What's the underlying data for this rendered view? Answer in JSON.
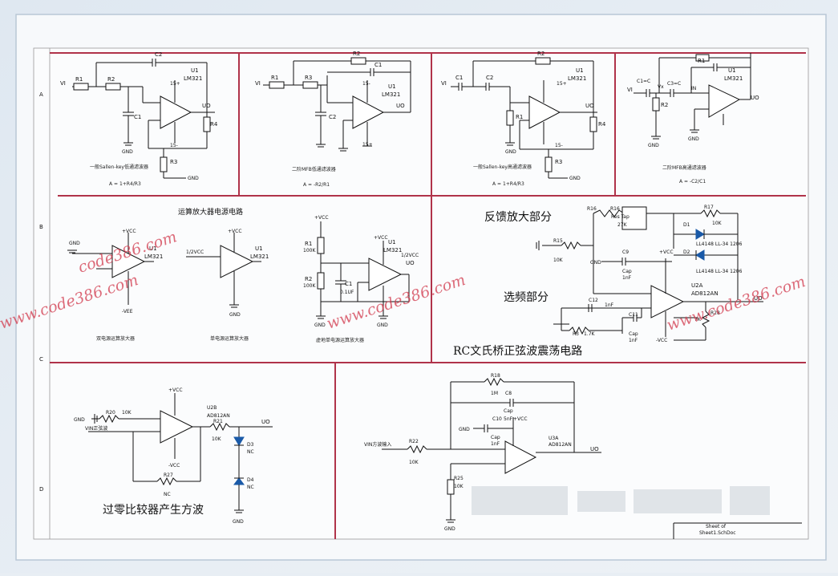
{
  "border_letters": [
    "A",
    "B",
    "C",
    "D"
  ],
  "titles": {
    "opamp_power": "运算放大器电源电路",
    "feedback": "反馈放大部分",
    "freq_select": "选频部分",
    "rc_title": "RC文氏桥正弦波震荡电路",
    "comparator": "过零比较器产生方波"
  },
  "captions": {
    "c1": "一般Sallen-key低通滤波器",
    "c2": "二阶MFB低通滤波器",
    "c3": "一般Sallen-key高通滤波器",
    "c4": "二阶MFB高通滤波器",
    "c5": "双电源运算放大器",
    "c6": "单电源运算放大器",
    "c7": "虚地单电源运算放大器"
  },
  "formulas": {
    "f1": "A = 1+R4/R3",
    "f2": "A = -R2/R1",
    "f3": "A = 1+R4/R3",
    "f4": "A = -C2/C1"
  },
  "labels": {
    "vi": "VI",
    "uo": "UO",
    "u1": "U1",
    "lm321": "LM321",
    "gnd": "GND",
    "r1": "R1",
    "r2": "R2",
    "r3": "R3",
    "r4": "R4",
    "c1": "C1",
    "c2": "C2",
    "v_plus": "15+",
    "v_minus": "15-",
    "c1eq": "C1=C",
    "c3eq": "C3=C",
    "vx": "Vx",
    "in": "IN",
    "vcc": "+VCC",
    "vee": "-VEE",
    "nvcc": "-VCC",
    "half_vcc": "1/2VCC",
    "r100k": "100K",
    "c01uf": "0.1UF",
    "r16": "R16",
    "res_tap": "Res Tap",
    "k27": "27K",
    "r17": "R17",
    "k10": "10K",
    "d1": "D1",
    "d2": "D2",
    "ll4148": "LL4148 LL-34 1206",
    "r15": "R15",
    "c9": "C9",
    "cap": "Cap",
    "nf1": "1nF",
    "u2a": "U2A",
    "ad812an": "AD812AN",
    "c12": "C12",
    "c11": "C11",
    "r3_": "R3",
    "k1_7": "1.7K",
    "r28": "R28",
    "k7": "7K",
    "r20": "R20",
    "vin_sine": "VIN正弦波",
    "u2b": "U2B",
    "r21": "R21",
    "d3": "D3",
    "d4": "D4",
    "nc": "NC",
    "r27": "R27",
    "r18": "R18",
    "m1": "1M",
    "c8": "C8",
    "c10": "C10",
    "nf5": "5nF",
    "u3a": "U3A",
    "vin_square": "VIN方波输入",
    "r22": "R22",
    "r25": "R25",
    "sheet": "Sheet of",
    "doc": "Sheet1.SchDoc"
  },
  "watermarks": [
    "code386.com",
    "www.code386.com",
    "www.code386.com",
    "www.code386.com"
  ]
}
